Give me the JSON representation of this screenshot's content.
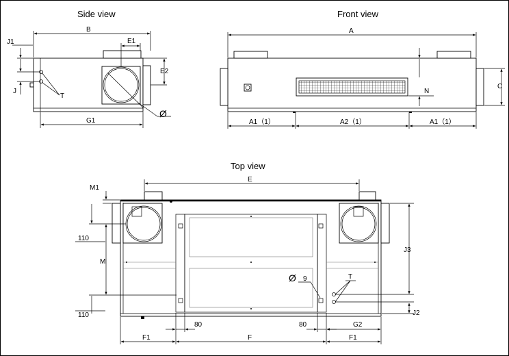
{
  "titles": {
    "side_view": "Side view",
    "front_view": "Front view",
    "top_view": "Top view"
  },
  "side_view_labels": {
    "B": "B",
    "E1": "E1",
    "E2": "E2",
    "J1": "J1",
    "J": "J",
    "T": "T",
    "G1": "G1",
    "diameter": "Ø"
  },
  "front_view_labels": {
    "A": "A",
    "C": "C",
    "N": "N",
    "A1_left": "A1（1）",
    "A2": "A2（1）",
    "A1_right": "A1（1）"
  },
  "top_view_labels": {
    "E": "E",
    "M1": "M1",
    "M": "M",
    "d110_top": "110",
    "d110_bottom": "110",
    "J3": "J3",
    "J2": "J2",
    "T": "T",
    "diameter": "Ø",
    "nine": "9",
    "d80_left": "80",
    "d80_right": "80",
    "G2": "G2",
    "F1_left": "F1",
    "F": "F",
    "F1_right": "F1"
  }
}
